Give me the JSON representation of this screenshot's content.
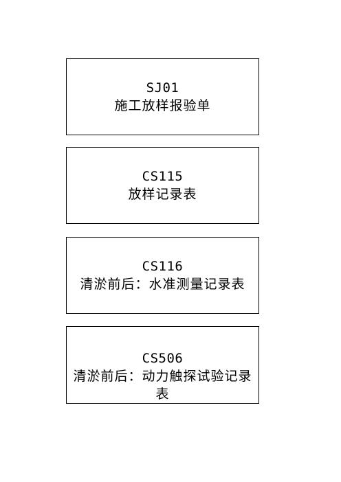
{
  "cards": [
    {
      "code": "SJ01",
      "title": "施工放样报验单"
    },
    {
      "code": "CS115",
      "title": "放样记录表"
    },
    {
      "code": "CS116",
      "title": "清淤前后：水准测量记录表"
    },
    {
      "code": "CS506",
      "title": "清淤前后：动力触探试验记录表"
    }
  ]
}
